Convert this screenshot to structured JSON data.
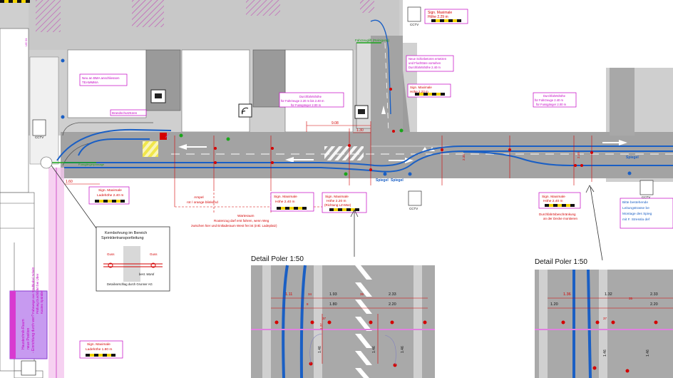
{
  "top_labels": {
    "sign_top_right": [
      "Sign. Maximale",
      "Höhe 2.29 m"
    ],
    "cctv": "CCTV",
    "fahrzeug_lift": "Fahrzeuglift (Reinigung)",
    "bma_note": [
      "Neu an BMA anschliessen",
      "TEAMMMA"
    ],
    "brandschutztueren": "Brandschutztüren",
    "schiebetor": [
      "Neue Schiebetoren ersetzen",
      "und Fluchttüre vorsehen",
      "Durchfahrtshöhe 2.40 m"
    ],
    "sign_mid": [
      "Sign. Maximale",
      "Höhe 2.23 m"
    ],
    "durchfahrt_left": [
      "Durchfahrtshöhe",
      "für Fahrzeuge 2.20 m bis 2.40 m",
      "für Fussgänger 2.00 m"
    ],
    "durchfahrt_right": [
      "Durchfahrtshöhe",
      "für Fahrzeuge 2.40 m",
      "für Fussgänger 2.00 m"
    ],
    "side_code": "UG 01",
    "cctv_left": "CCTV"
  },
  "road_labels": {
    "spiegel_1": "Spiegel",
    "spiegel_2": "Spiegel",
    "spiegel_3": "Spiegel",
    "dim_908": "9.08",
    "dim_130": "1.30",
    "dim_160": "1.60",
    "dim_right_233": "2.33",
    "dim_right_240": "2.40",
    "road_green": "Fussgängerpassage"
  },
  "bottom_labels": {
    "sign_lade": [
      "Sign. Maximale",
      "Ladehöhe 2.40 m"
    ],
    "ampel": [
      "Ampel",
      "rot / orange blinkend"
    ],
    "warteraum_title": "Warteraum",
    "warteraum_text": [
      "Routenzug darf erst fahren, wenn Weg",
      "zwischen hier und Entladeraum West frei ist (inkl. Ladeplatz)"
    ],
    "sign_240": [
      "Sign. Maximale",
      "Höhe 2.40 m"
    ],
    "sign_220": [
      "Sign. Maximale",
      "Höhe 2.20 m",
      "(Richtung LZ-Mse)"
    ],
    "sign_right": [
      "Sign. Maximale",
      "Höhe 2.40 m"
    ],
    "durchfahrt_decke": [
      "Durchfahrtsbeschränkung",
      "an der Decke montieren"
    ],
    "right_note": [
      "Bitte bestehende",
      "Leitungstrasse be",
      "Montage des Spieg",
      "mit F. Stressla def"
    ],
    "sign_lade_low": [
      "Sign. Maximale",
      "Ladehöhe 1.80 m"
    ],
    "cctv_bottom": "CCTV",
    "cctv_right": "CCTV"
  },
  "kernbohrung": {
    "title": [
      "Kernbohrung im Bereich",
      "Sprinklertransportleitung"
    ],
    "guss_left": "Guss",
    "guss_right": "Guss",
    "wand": "best. Wand",
    "caption": "Detailvorschlag durch Grunner AG"
  },
  "left_vertical": {
    "pink_text": [
      "Fahrwege aus Stadtkabel Schritt ",
      "Prüfung Durchfahrt bei Über",
      "Kasten Sprinkler"
    ],
    "room_text": [
      "Haustechnik-Raum",
      "neue Position",
      "- Einrichtung durch wer?"
    ]
  },
  "detail_left": {
    "title": "Detail Poler 1:50",
    "dims_top": [
      "1.11",
      "1.93",
      "2.33"
    ],
    "dims_mid": [
      "1.80",
      "2.20"
    ],
    "small_dims": [
      "34",
      "37",
      "8",
      "35"
    ],
    "vertical_dims": [
      "1.46",
      "1.46",
      "1.37",
      "1.46"
    ]
  },
  "detail_right": {
    "title": "Detail Poler 1:50",
    "dims_top": [
      "1.36",
      "1.32",
      "2.33"
    ],
    "dims_mid": [
      "1.20",
      "2.20"
    ],
    "small_dims": [
      "37",
      "35"
    ],
    "vertical_dims": [
      "1.46",
      "1.46"
    ]
  }
}
